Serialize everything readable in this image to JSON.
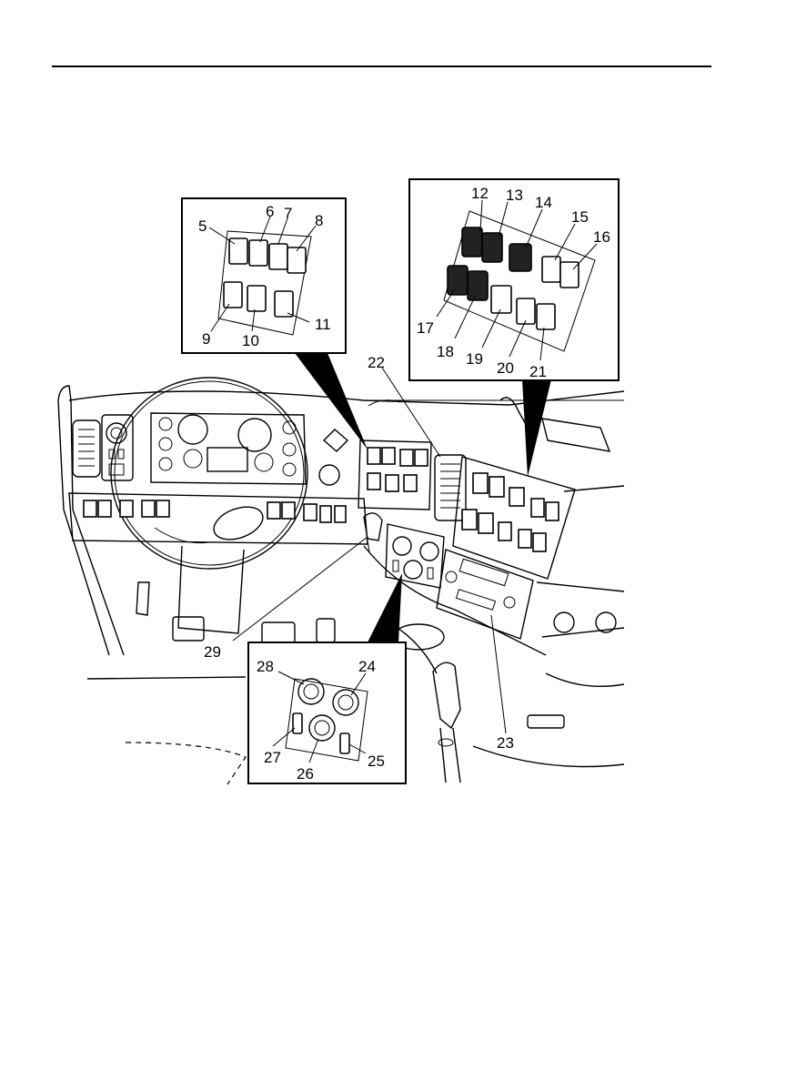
{
  "callouts": {
    "c5": "5",
    "c6": "6",
    "c7": "7",
    "c8": "8",
    "c9": "9",
    "c10": "10",
    "c11": "11",
    "c12": "12",
    "c13": "13",
    "c14": "14",
    "c15": "15",
    "c16": "16",
    "c17": "17",
    "c18": "18",
    "c19": "19",
    "c20": "20",
    "c21": "21",
    "c22": "22",
    "c23": "23",
    "c24": "24",
    "c25": "25",
    "c26": "26",
    "c27": "27",
    "c28": "28",
    "c29": "29"
  }
}
